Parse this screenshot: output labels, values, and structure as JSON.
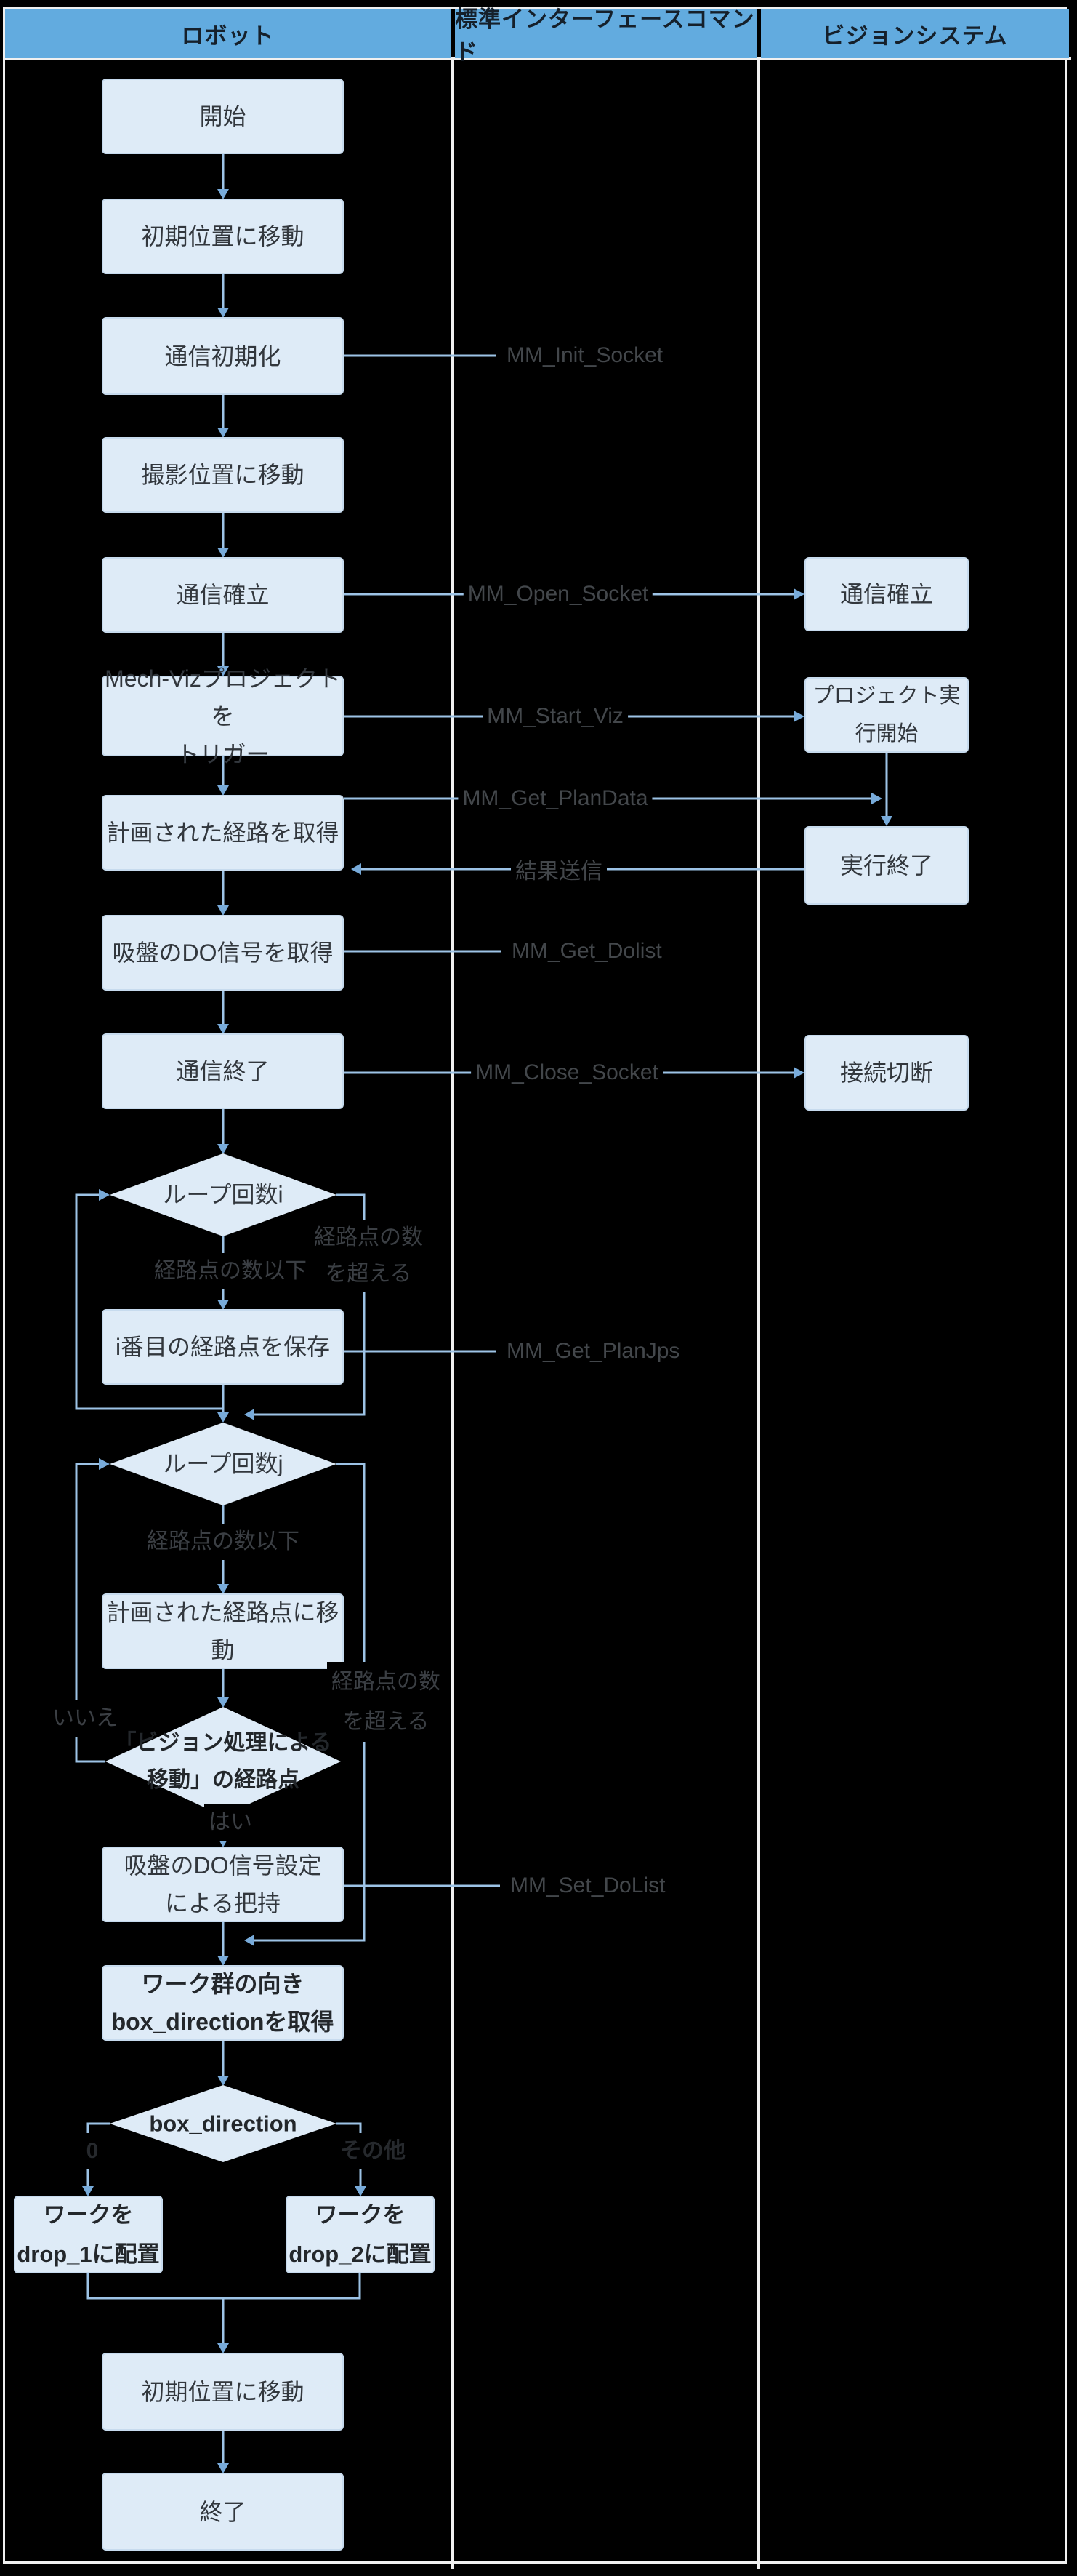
{
  "header": {
    "robot": "ロボット",
    "interface": "標準インターフェースコマンド",
    "vision": "ビジョンシステム"
  },
  "robot": {
    "start": "開始",
    "move_initial": "初期位置に移動",
    "comm_init": "通信初期化",
    "move_capture": "撮影位置に移動",
    "comm_establish": "通信確立",
    "trigger_line1": "Mech-Vizプロジェクトを",
    "trigger_line2": "トリガー",
    "get_path": "計画された経路を取得",
    "get_do": "吸盤のDO信号を取得",
    "comm_end": "通信終了",
    "loop_i": "ループ回数i",
    "save_waypoint": "i番目の経路点を保存",
    "loop_j": "ループ回数j",
    "move_waypoint": "計画された経路点に移動",
    "vision_check_line1": "「ビジョン処理による",
    "vision_check_line2": "移動」の経路点",
    "grip_line1": "吸盤のDO信号設定",
    "grip_line2": "による把持",
    "get_direction_line1": "ワーク群の向き",
    "get_direction_line2": "box_directionを取得",
    "direction_check": "box_direction",
    "drop1_line1": "ワークを",
    "drop1_line2": "drop_1に配置",
    "drop2_line1": "ワークを",
    "drop2_line2": "drop_2に配置",
    "move_initial_2": "初期位置に移動",
    "end": "終了"
  },
  "vision": {
    "comm_establish": "通信確立",
    "project_start": "プロジェクト実行開始",
    "exec_end": "実行終了",
    "disconnect": "接続切断"
  },
  "commands": {
    "init_socket": "MM_Init_Socket",
    "open_socket": "MM_Open_Socket",
    "start_viz": "MM_Start_Viz",
    "get_plandata": "MM_Get_PlanData",
    "send_result": "結果送信",
    "get_dolist": "MM_Get_Dolist",
    "close_socket": "MM_Close_Socket",
    "get_planjps": "MM_Get_PlanJps",
    "set_dolist": "MM_Set_DoList"
  },
  "branches": {
    "i_le": "経路点の数以下",
    "i_gt_line1": "経路点の数",
    "i_gt_line2": "を超える",
    "j_le": "経路点の数以下",
    "j_gt_line1": "経路点の数",
    "j_gt_line2": "を超える",
    "yes": "はい",
    "no": "いいえ",
    "zero": "0",
    "other": "その他"
  },
  "colors": {
    "background": "#000000",
    "header_fill": "#62abdf",
    "node_fill": "#deebf7",
    "line": "#9dc3e6",
    "arrowhead": "#78abda",
    "grid": "#f0f0f0"
  }
}
